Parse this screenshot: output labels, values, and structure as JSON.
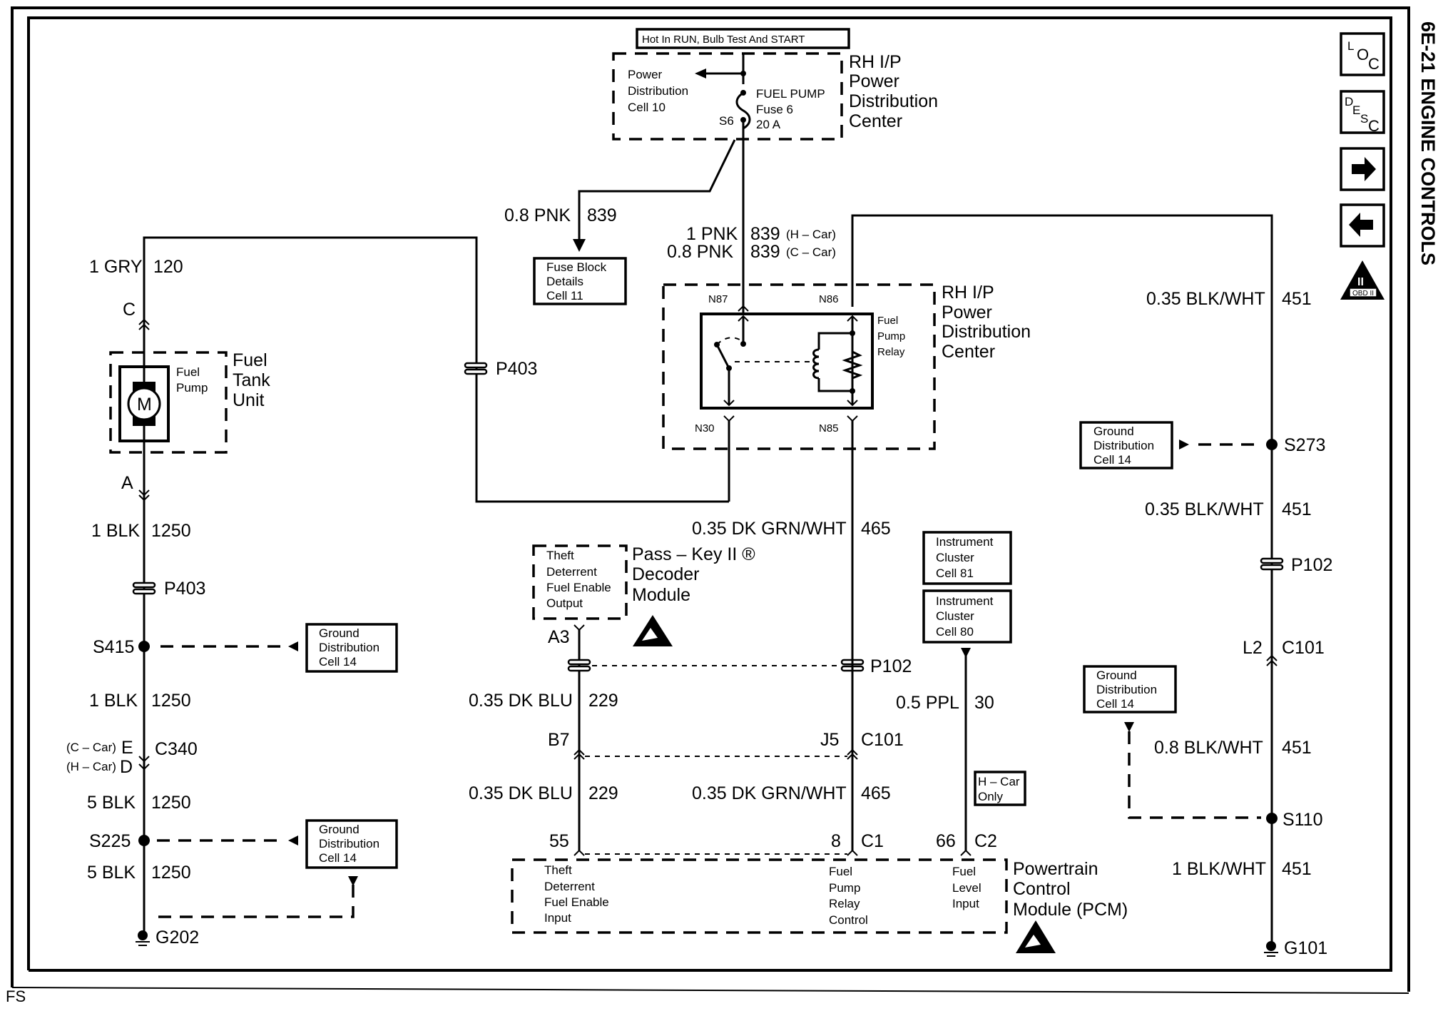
{
  "page": {
    "section_title": "6E-21 ENGINE CONTROLS",
    "footer_code": "FS"
  },
  "nav_icons": [
    {
      "name": "loc-icon",
      "label": "LOC"
    },
    {
      "name": "desc-icon",
      "label": "DESC"
    },
    {
      "name": "next-arrow-icon",
      "label": "→"
    },
    {
      "name": "prev-arrow-icon",
      "label": "←"
    },
    {
      "name": "obd2-icon",
      "label": "OBD II"
    }
  ],
  "power": {
    "hot_label": "Hot In RUN, Bulb Test And START",
    "pdc_title": [
      "RH I/P",
      "Power",
      "Distribution",
      "Center"
    ],
    "pdc_ref": [
      "Power",
      "Distribution",
      "Cell 10"
    ],
    "fuse": [
      "FUEL PUMP",
      "Fuse 6",
      "20 A"
    ],
    "splice": "S6"
  },
  "fuse_block": {
    "ref": [
      "Fuse Block",
      "Details",
      "Cell 11"
    ],
    "wire_gauge": "0.8 PNK",
    "circuit": "839"
  },
  "relay_feed": {
    "row1": {
      "gauge": "1 PNK",
      "circuit": "839",
      "note": "(H – Car)"
    },
    "row2": {
      "gauge": "0.8 PNK",
      "circuit": "839",
      "note": "(C – Car)"
    }
  },
  "relay": {
    "label": [
      "Fuel",
      "Pump",
      "Relay"
    ],
    "pdc_title": [
      "RH I/P",
      "Power",
      "Distribution",
      "Center"
    ],
    "pins": {
      "n87": "N87",
      "n86": "N86",
      "n30": "N30",
      "n85": "N85"
    }
  },
  "fuel_tank": {
    "title": [
      "Fuel",
      "Tank",
      "Unit"
    ],
    "pump_label": [
      "Fuel",
      "Pump"
    ],
    "motor": "M",
    "wire_top": {
      "gauge": "1 GRY",
      "circuit": "120"
    },
    "pin_top": "C",
    "pin_bottom": "A"
  },
  "left_ground": {
    "w1": {
      "gauge": "1 BLK",
      "circuit": "1250"
    },
    "p403": "P403",
    "s415": "S415",
    "w2": {
      "gauge": "1 BLK",
      "circuit": "1250"
    },
    "c340": {
      "e_note": "(C – Car)",
      "e": "E",
      "d_note": "(H – Car)",
      "d": "D",
      "name": "C340"
    },
    "w3": {
      "gauge": "5 BLK",
      "circuit": "1250"
    },
    "s225": "S225",
    "w4": {
      "gauge": "5 BLK",
      "circuit": "1250"
    },
    "g202": "G202",
    "ref1": [
      "Ground",
      "Distribution",
      "Cell 14"
    ],
    "ref2": [
      "Ground",
      "Distribution",
      "Cell 14"
    ]
  },
  "p403_mid": "P403",
  "passkey": {
    "title": [
      "Pass – Key II ®",
      "Decoder",
      "Module"
    ],
    "box": [
      "Theft",
      "Deterrent",
      "Fuel Enable",
      "Output"
    ],
    "pin": "A3"
  },
  "center_wires": {
    "grn1": {
      "gauge": "0.35 DK GRN/WHT",
      "circuit": "465"
    },
    "p102": "P102",
    "blu1": {
      "gauge": "0.35 DK BLU",
      "circuit": "229"
    },
    "b7": "B7",
    "j5": "J5",
    "c101": "C101",
    "blu2": {
      "gauge": "0.35 DK BLU",
      "circuit": "229"
    },
    "grn2": {
      "gauge": "0.35 DK GRN/WHT",
      "circuit": "465"
    },
    "ppl": {
      "gauge": "0.5 PPL",
      "circuit": "30"
    },
    "hcar_only": [
      "H – Car",
      "Only"
    ]
  },
  "instrument": {
    "ref81": [
      "Instrument",
      "Cluster",
      "Cell 81"
    ],
    "ref80": [
      "Instrument",
      "Cluster",
      "Cell 80"
    ]
  },
  "pcm": {
    "title": [
      "Powertrain",
      "Control",
      "Module (PCM)"
    ],
    "pin55": "55",
    "pin8": "8",
    "c1": "C1",
    "pin66": "66",
    "c2": "C2",
    "in1": [
      "Theft",
      "Deterrent",
      "Fuel Enable",
      "Input"
    ],
    "in2": [
      "Fuel",
      "Pump",
      "Relay",
      "Control"
    ],
    "in3": [
      "Fuel",
      "Level",
      "Input"
    ]
  },
  "right_ground": {
    "w1": {
      "gauge": "0.35 BLK/WHT",
      "circuit": "451"
    },
    "s273": "S273",
    "ref1": [
      "Ground",
      "Distribution",
      "Cell 14"
    ],
    "w2": {
      "gauge": "0.35 BLK/WHT",
      "circuit": "451"
    },
    "p102": "P102",
    "l2": "L2",
    "c101": "C101",
    "ref2": [
      "Ground",
      "Distribution",
      "Cell 14"
    ],
    "w3": {
      "gauge": "0.8 BLK/WHT",
      "circuit": "451"
    },
    "s110": "S110",
    "w4": {
      "gauge": "1 BLK/WHT",
      "circuit": "451"
    },
    "g101": "G101"
  }
}
